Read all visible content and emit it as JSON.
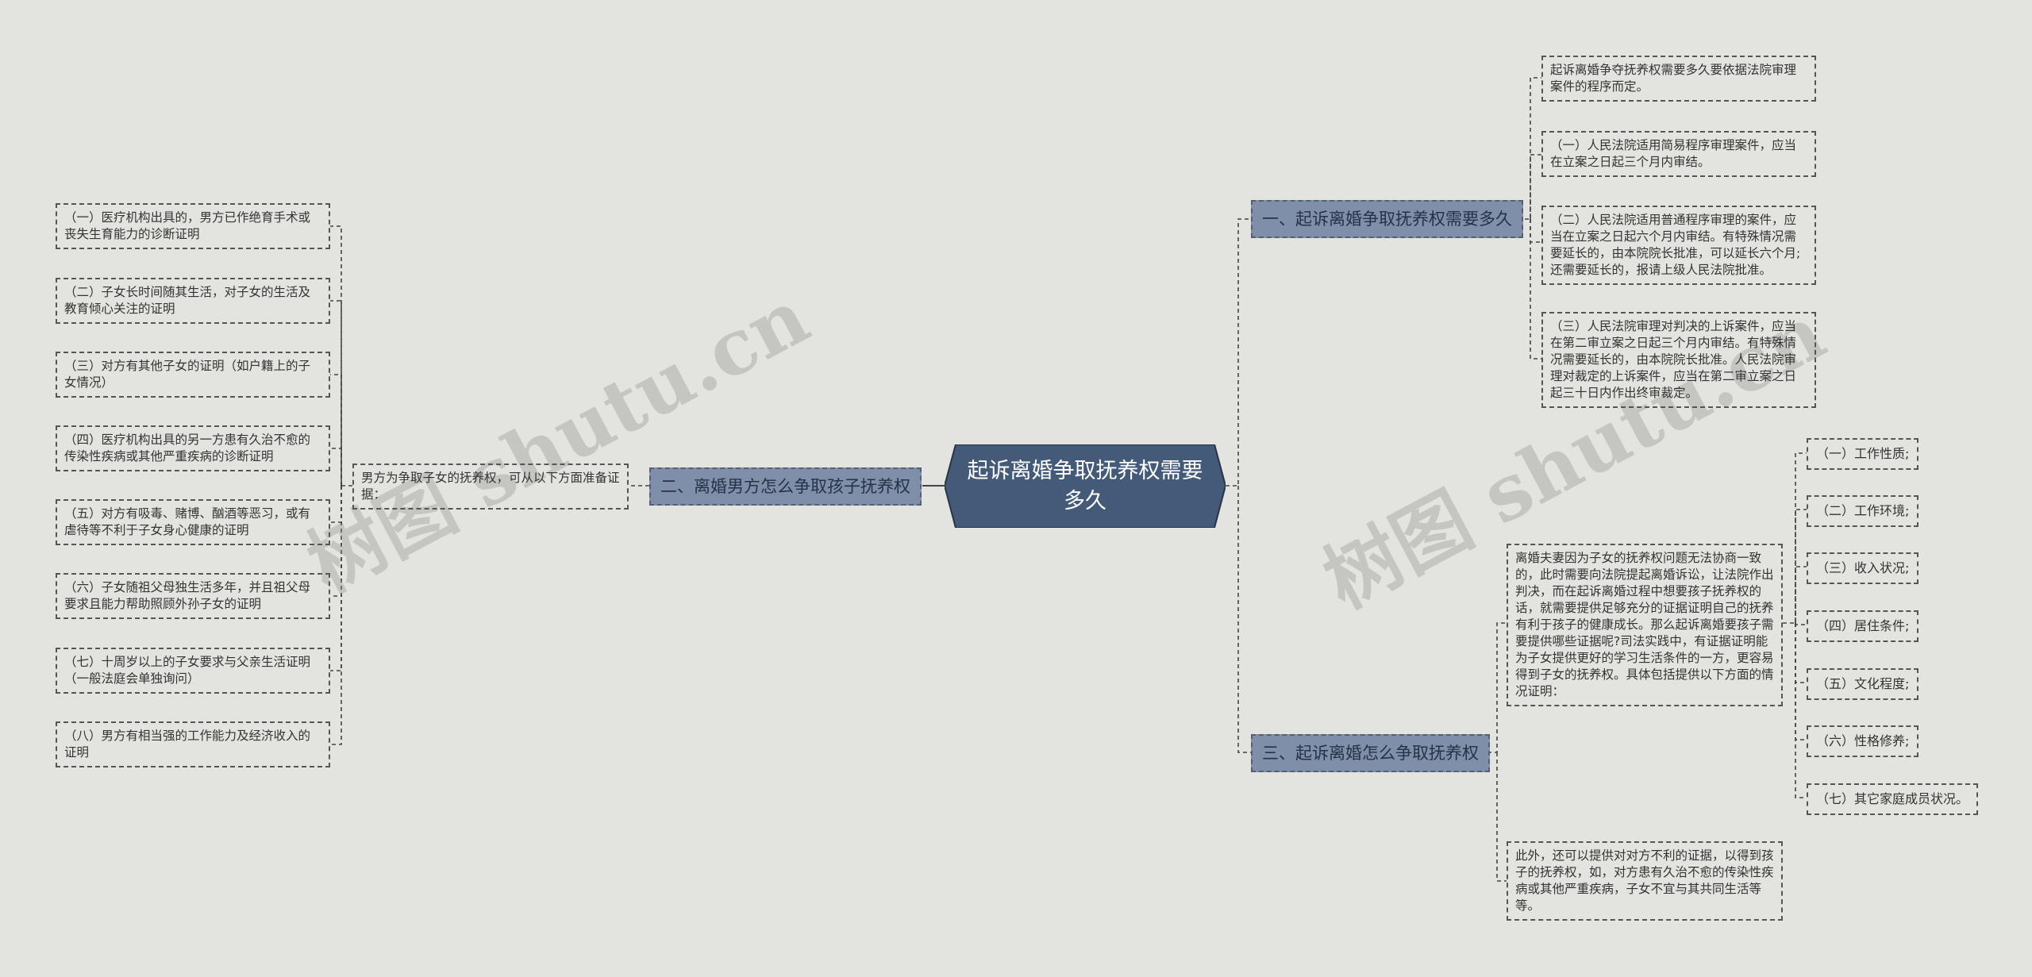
{
  "center": {
    "title": "起诉离婚争取抚养权需要多久"
  },
  "branches": {
    "b1": "一、起诉离婚争取抚养权需要多久",
    "b2": "二、离婚男方怎么争取孩子抚养权",
    "b3": "三、起诉离婚怎么争取抚养权"
  },
  "b1_leaves": [
    "起诉离婚争夺抚养权需要多久要依据法院审理案件的程序而定。",
    "（一）人民法院适用简易程序审理案件，应当在立案之日起三个月内审结。",
    "（二）人民法院适用普通程序审理的案件，应当在立案之日起六个月内审结。有特殊情况需要延长的，由本院院长批准，可以延长六个月;还需要延长的，报请上级人民法院批准。",
    "（三）人民法院审理对判决的上诉案件，应当在第二审立案之日起三个月内审结。有特殊情况需要延长的，由本院院长批准。人民法院审理对裁定的上诉案件，应当在第二审立案之日起三十日内作出终审裁定。"
  ],
  "b2_intro": "男方为争取子女的抚养权，可从以下方面准备证据：",
  "b2_leaves": [
    "（一）医疗机构出具的，男方已作绝育手术或丧失生育能力的诊断证明",
    "（二）子女长时间随其生活，对子女的生活及教育倾心关注的证明",
    "（三）对方有其他子女的证明（如户籍上的子女情况）",
    "（四）医疗机构出具的另一方患有久治不愈的传染性疾病或其他严重疾病的诊断证明",
    "（五）对方有吸毒、赌博、酗酒等恶习，或有虐待等不利于子女身心健康的证明",
    "（六）子女随祖父母独生活多年，并且祖父母要求且能力帮助照顾外孙子女的证明",
    "（七）十周岁以上的子女要求与父亲生活证明（一般法庭会单独询问）",
    "（八）男方有相当强的工作能力及经济收入的证明"
  ],
  "b3_main": "离婚夫妻因为子女的抚养权问题无法协商一致的，此时需要向法院提起离婚诉讼，让法院作出判决，而在起诉离婚过程中想要孩子抚养权的话，就需要提供足够充分的证据证明自己的抚养有利于孩子的健康成长。那么起诉离婚要孩子需要提供哪些证据呢?司法实践中，有证据证明能为子女提供更好的学习生活条件的一方，更容易得到子女的抚养权。具体包括提供以下方面的情况证明：",
  "b3_items": [
    "（一）工作性质;",
    "（二）工作环境;",
    "（三）收入状况;",
    "（四）居住条件;",
    "（五）文化程度;",
    "（六）性格修养;",
    "（七）其它家庭成员状况。"
  ],
  "b3_extra": "此外，还可以提供对对方不利的证据，以得到孩子的抚养权，如，对方患有久治不愈的传染性疾病或其他严重疾病，子女不宜与其共同生活等等。",
  "watermarks": [
    "树图 shutu.cn",
    "树图 shutu.cn"
  ],
  "colors": {
    "background": "#e3e3df",
    "center": "#435a78",
    "branch": "#7f8fa9",
    "line": "#444444"
  }
}
